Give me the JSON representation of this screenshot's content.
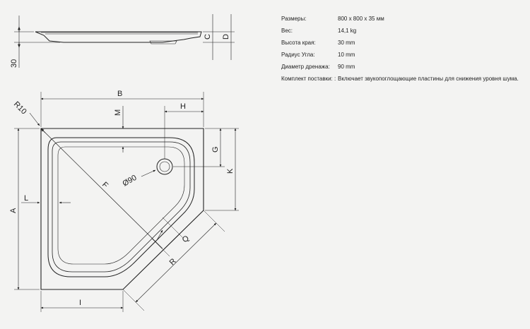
{
  "specs": [
    {
      "label": "Размеры:",
      "value": "800 x 800 x 35 мм"
    },
    {
      "label": "Вес:",
      "value": "14,1 kg"
    },
    {
      "label": "Высота края:",
      "value": "30 mm"
    },
    {
      "label": "Радиус Угла:",
      "value": "10 mm"
    },
    {
      "label": "Диаметр дренажа:",
      "value": "90 mm"
    },
    {
      "label": "Комплект поставки: :",
      "value": "Включает звукопоглощающие пластины для снижения уровня шума."
    }
  ],
  "drawing_labels": {
    "C": "C",
    "D": "D",
    "height": "30",
    "B": "B",
    "R10": "R10",
    "M": "M",
    "H": "H",
    "G": "G",
    "K": "K",
    "F": "F",
    "drain": "Ø90",
    "L": "L",
    "A": "A",
    "Q": "Q",
    "R": "R",
    "I": "I"
  },
  "colors": {
    "background": "#f3f3f2",
    "line": "#222222"
  }
}
